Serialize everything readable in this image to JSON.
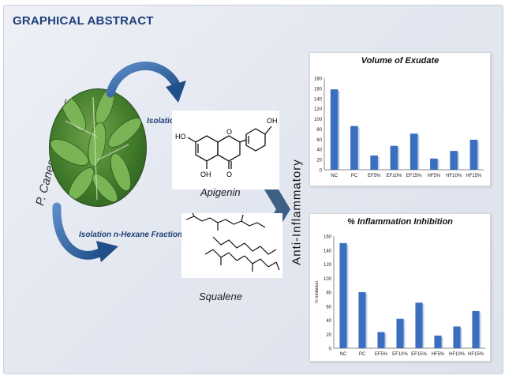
{
  "header": {
    "title": "GRAPHICAL ABSTRACT"
  },
  "plant": {
    "label": "P. Canescens leaves"
  },
  "arrows": {
    "top_label": "Isolation EtOH Fraction",
    "bottom_label": "Isolation n-Hexane Fraction"
  },
  "molecules": {
    "apigenin": {
      "name": "Apigenin",
      "atoms": {
        "oh_right": "OH",
        "ho_left": "HO",
        "oh_bottom": "OH",
        "o_ring": "O",
        "o_bottom": "O"
      }
    },
    "squalene": {
      "name": "Squalene"
    }
  },
  "effect": {
    "label": "Anti-Inflammatory"
  },
  "colors": {
    "bar": "#3a6fbf",
    "title": "#1f3f7a",
    "arrow": "#2f5f99"
  },
  "chart_data": [
    {
      "type": "bar",
      "title": "Volume of Exudate",
      "categories": [
        "NC",
        "PC",
        "EF5%",
        "EF10%",
        "EF15%",
        "HF5%",
        "HF10%",
        "HF15%"
      ],
      "values": [
        158,
        86,
        28,
        47,
        71,
        22,
        37,
        59
      ],
      "ylim": [
        0,
        180
      ],
      "yticks": [
        0,
        20,
        40,
        60,
        80,
        100,
        120,
        140,
        160,
        180
      ],
      "ylabel": "",
      "xlabel": ""
    },
    {
      "type": "bar",
      "title": "% Inflammation Inhibition",
      "categories": [
        "NC",
        "PC",
        "EF5%",
        "EF10%",
        "EF15%",
        "HF5%",
        "HF10%",
        "HF15%"
      ],
      "values": [
        150,
        80,
        23,
        42,
        65,
        18,
        31,
        53
      ],
      "ylim": [
        0,
        160
      ],
      "yticks": [
        0,
        20,
        40,
        60,
        80,
        100,
        120,
        140,
        160
      ],
      "ylabel": "% Inhibition",
      "xlabel": ""
    }
  ]
}
